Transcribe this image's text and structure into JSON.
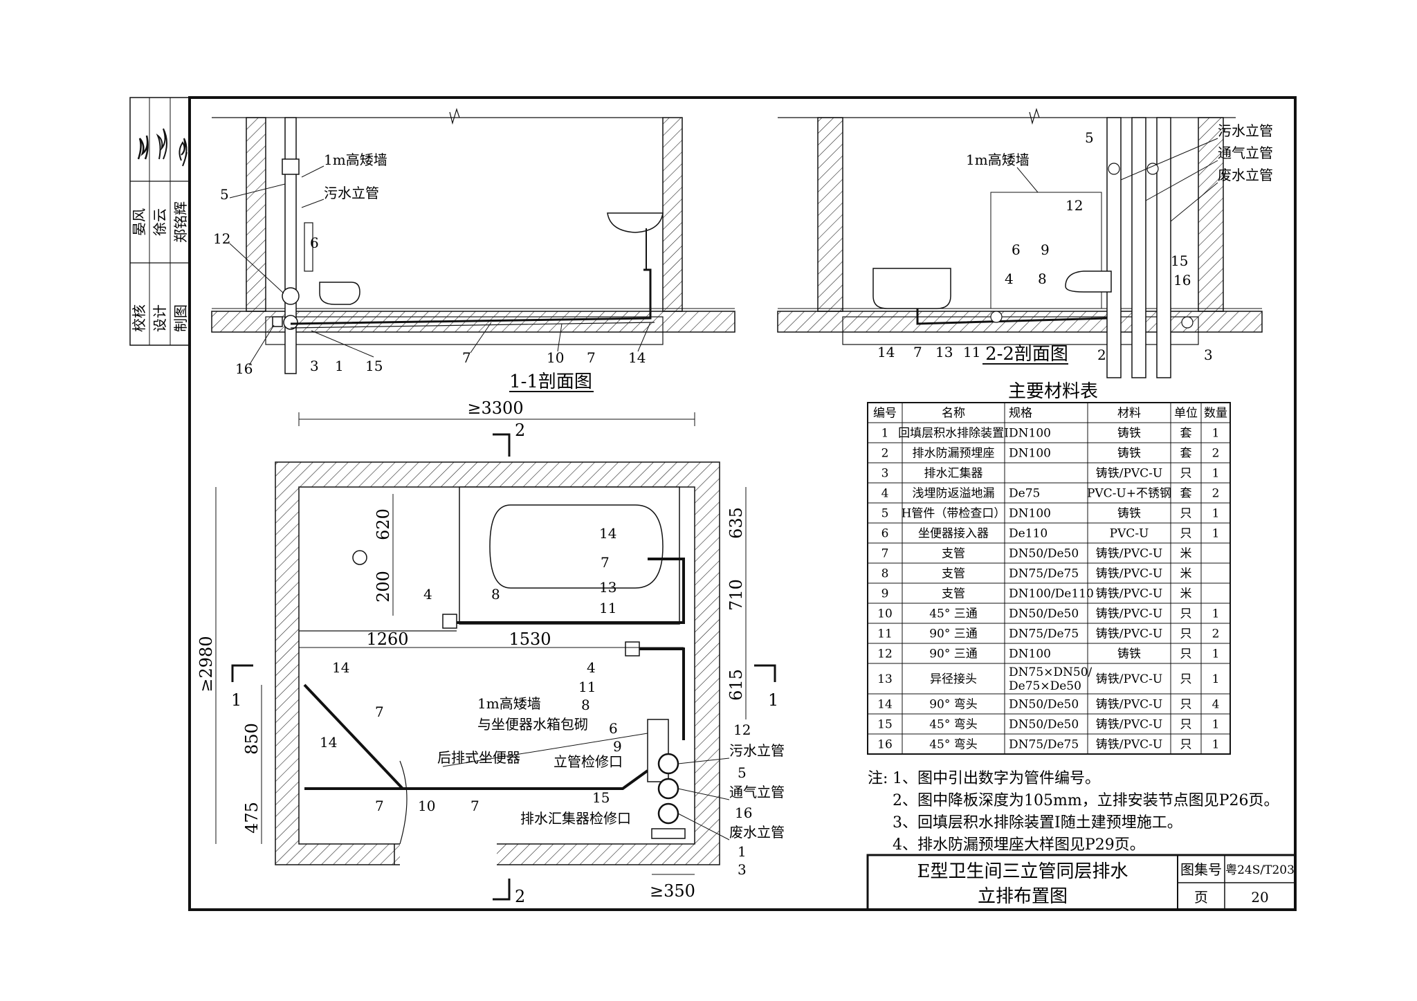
{
  "signature_block": {
    "rows": [
      {
        "role": "校核",
        "name": "晏风",
        "sign": "晏风"
      },
      {
        "role": "设计",
        "name": "徐云",
        "sign": "徐云"
      },
      {
        "role": "制图",
        "name": "郑铭辉",
        "sign": "郑铭辉"
      }
    ]
  },
  "section_1_1": {
    "title": "1-1剖面图",
    "labels": {
      "wall_1m": "1m高矮墙",
      "sewage_riser": "污水立管"
    },
    "callouts": [
      "5",
      "12",
      "6",
      "16",
      "3",
      "1",
      "15",
      "7",
      "10",
      "7",
      "14"
    ]
  },
  "section_2_2": {
    "title": "2-2剖面图",
    "labels": {
      "wall_1m": "1m高矮墙",
      "sewage_riser": "污水立管",
      "vent_riser": "通气立管",
      "waste_riser": "废水立管"
    },
    "callouts": [
      "5",
      "12",
      "6",
      "9",
      "4",
      "8",
      "15",
      "16",
      "14",
      "7",
      "13",
      "11",
      "2",
      "3"
    ]
  },
  "plan": {
    "section_marks": {
      "cut1": "1",
      "cut2": "2"
    },
    "dimensions": {
      "width_total": "≥3300",
      "height_total": "≥2980",
      "d620": "620",
      "d200": "200",
      "d1260": "1260",
      "d1530": "1530",
      "d635": "635",
      "d710": "710",
      "d615": "615",
      "d850": "850",
      "d475": "475",
      "d350": "≥350"
    },
    "labels": {
      "wall_1m": "1m高矮墙",
      "wall_1m_2": "与坐便器水箱包砌",
      "rear_toilet": "后排式坐便器",
      "riser_access": "立管检修口",
      "collector_access": "排水汇集器检修口",
      "sewage_riser": "污水立管",
      "vent_riser": "通气立管",
      "waste_riser": "废水立管"
    },
    "callouts": [
      "14",
      "7",
      "13",
      "11",
      "4",
      "8",
      "4",
      "11",
      "8",
      "14",
      "7",
      "14",
      "7",
      "10",
      "7",
      "6",
      "9",
      "15",
      "12",
      "5",
      "16",
      "1",
      "3"
    ]
  },
  "material_table": {
    "title": "主要材料表",
    "headers": [
      "编号",
      "名称",
      "规格",
      "材料",
      "单位",
      "数量"
    ],
    "rows": [
      [
        "1",
        "回填层积水排除装置Ⅰ",
        "DN100",
        "铸铁",
        "套",
        "1"
      ],
      [
        "2",
        "排水防漏预埋座",
        "DN100",
        "铸铁",
        "套",
        "2"
      ],
      [
        "3",
        "排水汇集器",
        "",
        "铸铁/PVC-U",
        "只",
        "1"
      ],
      [
        "4",
        "浅埋防返溢地漏",
        "De75",
        "PVC-U+不锈钢",
        "套",
        "2"
      ],
      [
        "5",
        "H管件（带检查口）",
        "DN100",
        "铸铁",
        "只",
        "1"
      ],
      [
        "6",
        "坐便器接入器",
        "De110",
        "PVC-U",
        "只",
        "1"
      ],
      [
        "7",
        "支管",
        "DN50/De50",
        "铸铁/PVC-U",
        "米",
        ""
      ],
      [
        "8",
        "支管",
        "DN75/De75",
        "铸铁/PVC-U",
        "米",
        ""
      ],
      [
        "9",
        "支管",
        "DN100/De110",
        "铸铁/PVC-U",
        "米",
        ""
      ],
      [
        "10",
        "45° 三通",
        "DN50/De50",
        "铸铁/PVC-U",
        "只",
        "1"
      ],
      [
        "11",
        "90° 三通",
        "DN75/De75",
        "铸铁/PVC-U",
        "只",
        "2"
      ],
      [
        "12",
        "90° 三通",
        "DN100",
        "铸铁",
        "只",
        "1"
      ],
      [
        "13",
        "异径接头",
        "DN75×DN50/\nDe75×De50",
        "铸铁/PVC-U",
        "只",
        "1"
      ],
      [
        "14",
        "90° 弯头",
        "DN50/De50",
        "铸铁/PVC-U",
        "只",
        "4"
      ],
      [
        "15",
        "45° 弯头",
        "DN50/De50",
        "铸铁/PVC-U",
        "只",
        "1"
      ],
      [
        "16",
        "45° 弯头",
        "DN75/De75",
        "铸铁/PVC-U",
        "只",
        "1"
      ]
    ]
  },
  "notes": {
    "prefix": "注:",
    "items": [
      "1、图中引出数字为管件编号。",
      "2、图中降板深度为105mm，立排安装节点图见P26页。",
      "3、回填层积水排除装置Ⅰ随土建预埋施工。",
      "4、排水防漏预埋座大样图见P29页。"
    ]
  },
  "title_block": {
    "title_line1": "E型卫生间三立管同层排水",
    "title_line2": "立排布置图",
    "atlas_label": "图集号",
    "atlas_value": "粤24S/T203",
    "page_label": "页",
    "page_value": "20"
  }
}
